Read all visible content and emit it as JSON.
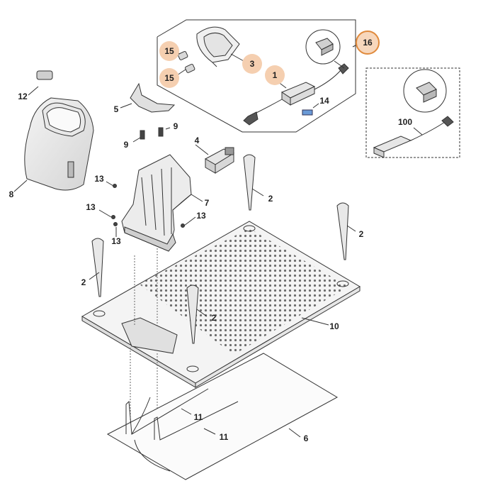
{
  "callouts": [
    {
      "id": "1",
      "text": "1",
      "highlight": "fill"
    },
    {
      "id": "2a",
      "text": "2",
      "highlight": "none"
    },
    {
      "id": "2b",
      "text": "2",
      "highlight": "none"
    },
    {
      "id": "2c",
      "text": "2",
      "highlight": "none"
    },
    {
      "id": "2d",
      "text": "2",
      "highlight": "none"
    },
    {
      "id": "3",
      "text": "3",
      "highlight": "fill"
    },
    {
      "id": "4",
      "text": "4",
      "highlight": "none"
    },
    {
      "id": "5",
      "text": "5",
      "highlight": "none"
    },
    {
      "id": "6",
      "text": "6",
      "highlight": "none"
    },
    {
      "id": "7",
      "text": "7",
      "highlight": "none"
    },
    {
      "id": "8",
      "text": "8",
      "highlight": "none"
    },
    {
      "id": "9a",
      "text": "9",
      "highlight": "none"
    },
    {
      "id": "9b",
      "text": "9",
      "highlight": "none"
    },
    {
      "id": "10",
      "text": "10",
      "highlight": "none"
    },
    {
      "id": "11a",
      "text": "11",
      "highlight": "none"
    },
    {
      "id": "11b",
      "text": "11",
      "highlight": "none"
    },
    {
      "id": "12",
      "text": "12",
      "highlight": "none"
    },
    {
      "id": "13a",
      "text": "13",
      "highlight": "none"
    },
    {
      "id": "13b",
      "text": "13",
      "highlight": "none"
    },
    {
      "id": "13c",
      "text": "13",
      "highlight": "none"
    },
    {
      "id": "13d",
      "text": "13",
      "highlight": "none"
    },
    {
      "id": "14",
      "text": "14",
      "highlight": "none"
    },
    {
      "id": "15a",
      "text": "15",
      "highlight": "fill"
    },
    {
      "id": "15b",
      "text": "15",
      "highlight": "fill"
    },
    {
      "id": "16",
      "text": "16",
      "highlight": "ring"
    },
    {
      "id": "100",
      "text": "100",
      "highlight": "none"
    }
  ],
  "colors": {
    "highlight_fill": "#f5cfb0",
    "highlight_ring": "#e08a3c",
    "line": "#333333",
    "part_fill": "#f2f2f2"
  }
}
